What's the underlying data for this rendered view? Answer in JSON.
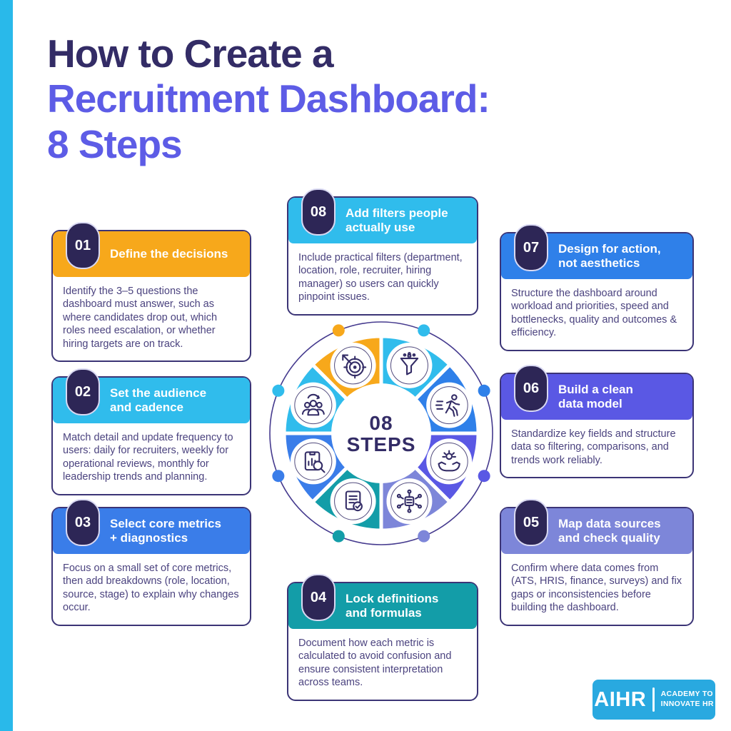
{
  "page": {
    "background": "#ffffff",
    "accent_bar_color": "#29b9ea",
    "body_text_color": "#4b437f",
    "card_border_color": "#3b3476",
    "pill_color": "#2d2656"
  },
  "title": {
    "line1": "How to Create a",
    "line2": "Recruitment Dashboard:",
    "line3": "8 Steps",
    "line1_color": "#332c66",
    "accent_color": "#5d5ce6"
  },
  "steps": [
    {
      "number": "01",
      "title_lines": [
        "Define the decisions"
      ],
      "body": "Identify the 3–5 questions the dashboard must answer, such as where candidates drop out, which roles need escalation, or whether hiring targets are on track.",
      "color": "#f7a81b",
      "icon": "target-arrow-icon"
    },
    {
      "number": "02",
      "title_lines": [
        "Set the audience",
        "and cadence"
      ],
      "body": "Match detail and update frequency to users: daily for recruiters, weekly for operational reviews, monthly for leadership trends and planning.",
      "color": "#30bcec",
      "icon": "people-cadence-icon"
    },
    {
      "number": "03",
      "title_lines": [
        "Select core metrics",
        "+ diagnostics"
      ],
      "body": "Focus on a small set of core metrics, then add breakdowns (role, location, source, stage) to explain why changes occur.",
      "color": "#3a7de9",
      "icon": "clipboard-magnifier-icon"
    },
    {
      "number": "04",
      "title_lines": [
        "Lock definitions",
        "and formulas"
      ],
      "body": "Document how each metric is calculated to avoid confusion and ensure consistent interpretation across teams.",
      "color": "#139da8",
      "icon": "document-check-icon"
    },
    {
      "number": "05",
      "title_lines": [
        "Map data sources",
        "and check quality"
      ],
      "body": "Confirm where data comes from (ATS, HRIS, finance, surveys) and fix gaps or inconsistencies before building the dashboard.",
      "color": "#7d86d9",
      "icon": "network-hub-icon"
    },
    {
      "number": "06",
      "title_lines": [
        "Build a clean",
        "data model"
      ],
      "body": "Standardize key fields and structure data so filtering, comparisons, and trends work reliably.",
      "color": "#5a58e4",
      "icon": "hands-holding-icon"
    },
    {
      "number": "07",
      "title_lines": [
        "Design for action,",
        "not aesthetics"
      ],
      "body": "Structure the dashboard around workload and priorities, speed and bottlenecks, quality and outcomes & efficiency.",
      "color": "#2f80e9",
      "icon": "runner-speed-icon"
    },
    {
      "number": "08",
      "title_lines": [
        "Add filters people",
        "actually use"
      ],
      "body": "Include practical filters (department, location, role, recruiter, hiring manager) so users can quickly pinpoint issues.",
      "color": "#30bcec",
      "icon": "funnel-filter-icon"
    }
  ],
  "wheel": {
    "center_line1": "08",
    "center_line2": "STEPS",
    "center_text_color": "#332c66",
    "ring_color": "#453a8e",
    "icon_stroke_color": "#332c66",
    "order_clockwise_from_top": [
      7,
      6,
      5,
      4,
      3,
      2,
      1,
      0
    ]
  },
  "logo": {
    "brand": "AIHR",
    "tagline_line1": "ACADEMY TO",
    "tagline_line2": "INNOVATE HR",
    "color": "#29a9e0"
  }
}
